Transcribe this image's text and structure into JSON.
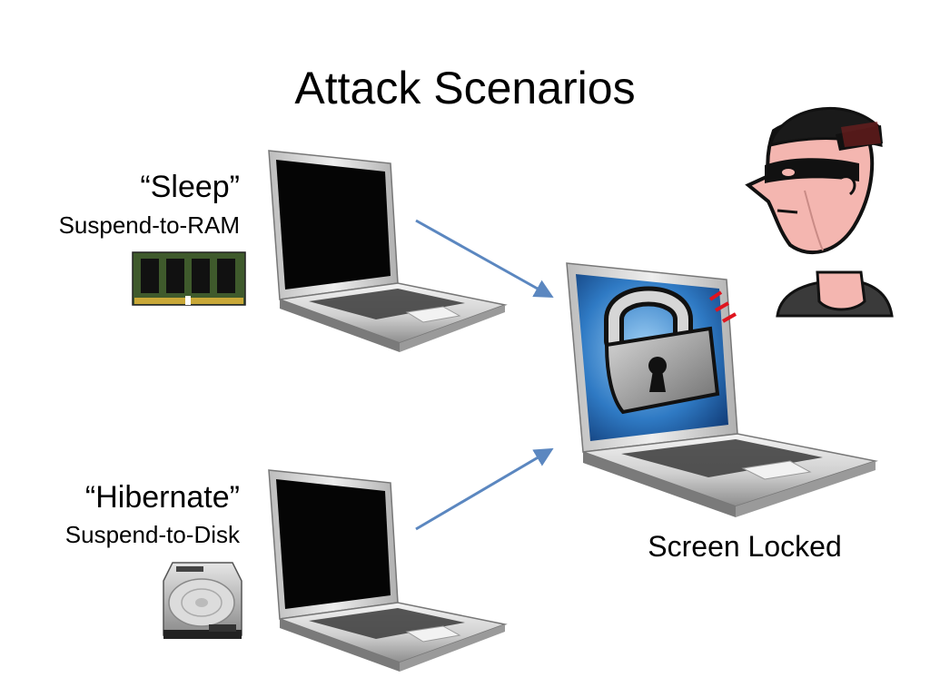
{
  "slide": {
    "title": "Attack Scenarios",
    "sleep": {
      "label": "“Sleep”",
      "sublabel": "Suspend-to-RAM",
      "device_icon": "ram-module-icon"
    },
    "hibernate": {
      "label": "“Hibernate”",
      "sublabel": "Suspend-to-Disk",
      "device_icon": "hard-drive-icon"
    },
    "locked": {
      "caption": "Screen Locked",
      "screen_icon": "padlock-icon"
    },
    "attacker_icon": "burglar-icon"
  },
  "colors": {
    "arrow": "#5b87c0",
    "lock_screen_blue": "#1f5fa8",
    "alert_red": "#e0141e",
    "mask": "#111111",
    "skin": "#f4b6b0",
    "ram_pcb": "#3f5a2c",
    "drive_silver": "#c9c9c9"
  }
}
